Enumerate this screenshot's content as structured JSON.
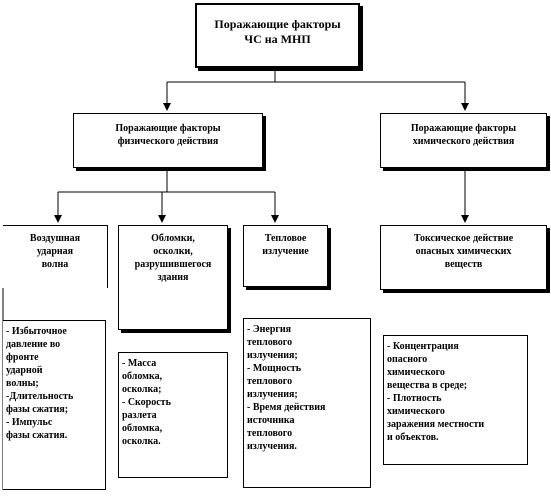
{
  "root": {
    "text": "Поражающие факторы\nЧС на МНП"
  },
  "physical": {
    "text": "Поражающие факторы\nфизического действия"
  },
  "chemical": {
    "text": "Поражающие факторы\nхимического действия"
  },
  "categories": [
    {
      "text": "Воздушная\nударная\nволна"
    },
    {
      "text": "Обломки,\nосколки,\nразрушившегося\nздания"
    },
    {
      "text": "Тепловое\nизлучение"
    },
    {
      "text": "Токсическое действие\nопасных химических\nвеществ"
    }
  ],
  "details": [
    {
      "text": "- Избыточное\nдавление во\nфронте\nударной\nволны;\n-Длительность\nфазы сжатия;\n- Импульс\nфазы сжатия."
    },
    {
      "text": "- Масса\nобломка,\nосколка;\n- Скорость\nразлета\nобломка,\nосколка."
    },
    {
      "text": "- Энергия\nтеплового\nизлучения;\n- Мощность\nтеплового\nизлучения;\n- Время действия\nисточника\nтеплового\nизлучения."
    },
    {
      "text": "- Концентрация\nопасного\nхимического\nвещества в среде;\n- Плотность\nхимического\nзаражения местности\nи объектов."
    }
  ]
}
